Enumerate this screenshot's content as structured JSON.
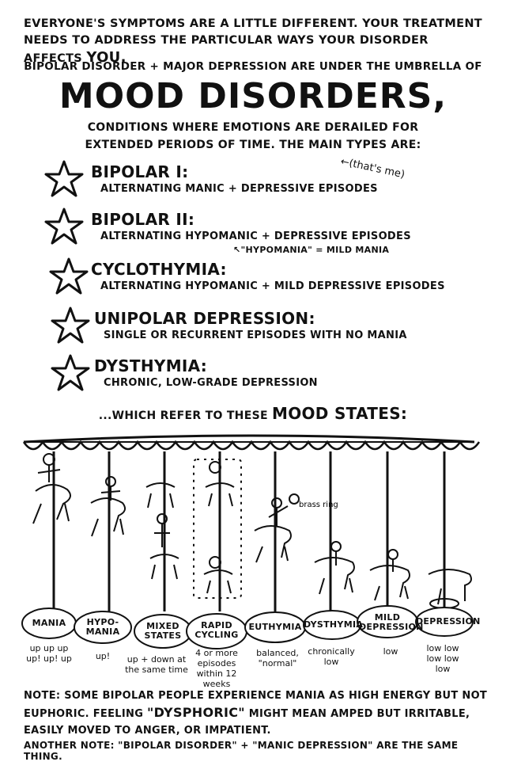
{
  "intro": {
    "line1": "Everyone's symptoms are a little different. Your treatment",
    "line2": "needs to address the particular ways your disorder affects",
    "you": "You."
  },
  "umbrella": "Bipolar disorder + major depression are under the umbrella of",
  "title": "Mood Disorders,",
  "conditions": "Conditions where emotions are derailed for extended periods of time. The main types are:",
  "types": [
    {
      "name": "Bipolar I:",
      "desc": "Alternating manic + depressive episodes",
      "note": "←(that's me)"
    },
    {
      "name": "Bipolar II:",
      "desc": "Alternating hypomanic + depressive episodes",
      "note": "↖\"Hypomania\" = mild mania"
    },
    {
      "name": "Cyclothymia:",
      "desc": "Alternating hypomanic + mild depressive episodes"
    },
    {
      "name": "Unipolar Depression:",
      "desc": "Single or recurrent episodes with no mania"
    },
    {
      "name": "Dysthymia:",
      "desc": "Chronic, low-grade depression"
    }
  ],
  "mood_states_intro": {
    "prefix": "...which refer to these",
    "emphasis": "Mood States:"
  },
  "brass_ring_label": "brass ring",
  "states": [
    {
      "label": "Mania",
      "desc": "up up up up! up! up"
    },
    {
      "label": "Hypo-mania",
      "desc": "up!"
    },
    {
      "label": "Mixed States",
      "desc": "up + down at the same time"
    },
    {
      "label": "Rapid Cycling",
      "desc": "4 or more episodes within 12 weeks"
    },
    {
      "label": "Euthymia",
      "desc": "balanced, \"normal\""
    },
    {
      "label": "Dysthymia",
      "desc": "chronically low"
    },
    {
      "label": "Mild Depression",
      "desc": "low"
    },
    {
      "label": "Depression",
      "desc": "low low low low low"
    }
  ],
  "footnote": {
    "part1": "Note: Some bipolar people experience mania as high energy but not euphoric. Feeling",
    "dysphoric": "\"Dysphoric\"",
    "part2": "might mean amped but irritable, easily moved to anger, or impatient."
  },
  "footnote2": "Another note: \"Bipolar disorder\" + \"manic depression\" are the same thing."
}
